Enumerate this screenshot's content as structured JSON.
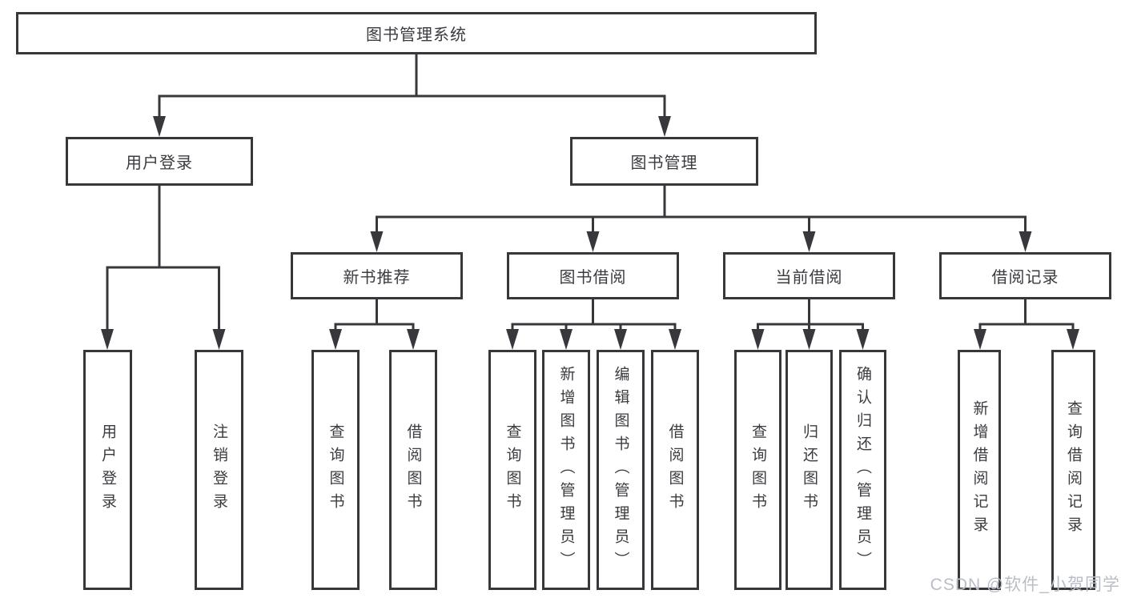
{
  "diagram": {
    "root": "图书管理系统",
    "level2": [
      "用户登录",
      "图书管理"
    ],
    "level3": [
      "新书推荐",
      "图书借阅",
      "当前借阅",
      "借阅记录"
    ],
    "leaves": {
      "user_login": [
        "用户登录",
        "注销登录"
      ],
      "new_books": [
        "查询图书",
        "借阅图书"
      ],
      "borrowing": [
        "查询图书",
        "新增图书（管理员）",
        "编辑图书（管理员）",
        "借阅图书"
      ],
      "current": [
        "查询图书",
        "归还图书",
        "确认归还（管理员）"
      ],
      "records": [
        "新增借阅记录",
        "查询借阅记录"
      ]
    },
    "watermark": "CSDN @软件_小贺同学",
    "colors": {
      "line": "#38383c",
      "text": "#3b3b40",
      "watermark": "#b9bec6",
      "background": "#ffffff"
    }
  }
}
